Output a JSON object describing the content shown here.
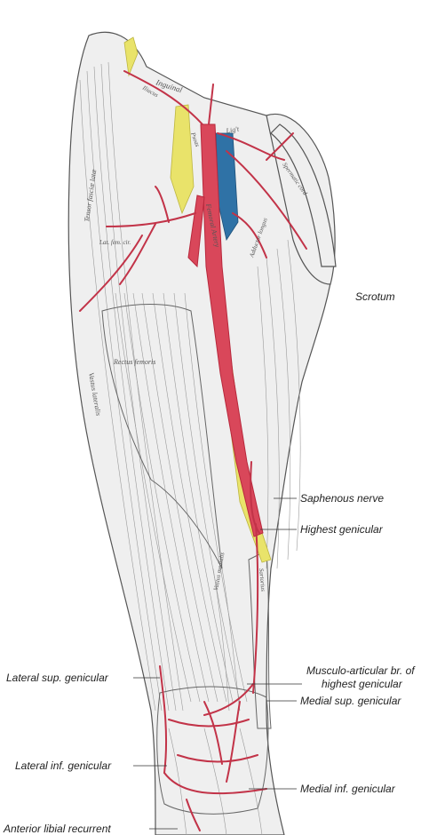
{
  "colors": {
    "artery": "#d9475a",
    "artery_dark": "#b8283c",
    "vein": "#2f72a6",
    "nerve": "#e9e36a",
    "muscle": "#efefef",
    "outline": "#555555",
    "background": "#ffffff"
  },
  "engraving_labels": {
    "fascia_lata": "Tensor fasciæ latæ",
    "inguinal": "Inguinal",
    "lig": "Lig't",
    "iliacus": "Iliacus",
    "psoas": "Psoas",
    "femoral_artery": "Femoral Artery",
    "lat_fem_cir": "Lat. fem. cir.",
    "spermatic_cord": "Spermatic cord",
    "adductor_longus": "Adductor longus",
    "rectus_femoris": "Rectus femoris",
    "vastus_lateralis": "Vastus lateralis",
    "vastus_medialis": "Vastus medialis",
    "sartorius": "Sartorius"
  },
  "labels": {
    "scrotum": "Scrotum",
    "saphenous_nerve": "Saphenous nerve",
    "highest_genicular": "Highest genicular",
    "musculo_articular_line1": "Musculo-articular br. of",
    "musculo_articular_line2": "highest genicular",
    "medial_sup_genicular": "Medial sup. genicular",
    "lateral_sup_genicular": "Lateral sup. genicular",
    "lateral_inf_genicular": "Lateral inf. genicular",
    "medial_inf_genicular": "Medial inf. genicular",
    "anterior_tibial_recurrent": "Anterior libial recurrent"
  }
}
